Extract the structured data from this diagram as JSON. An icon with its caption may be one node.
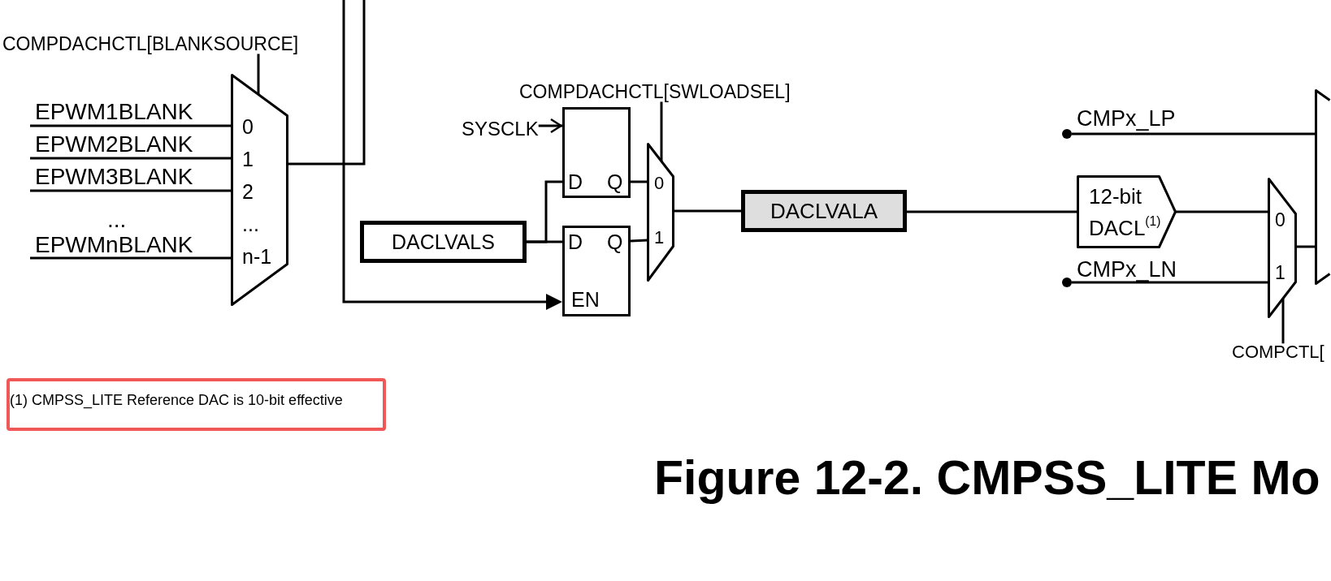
{
  "diagram": {
    "caption": "Figure 12-2. CMPSS_LITE Mo",
    "nodes": [
      {
        "text": [
          "COMPDACHCTL[BLANKSOURCE]"
        ]
      },
      {
        "text": [
          "0",
          "1",
          "2",
          "...",
          "n-1"
        ]
      },
      {
        "text": [
          "SYSCLK"
        ]
      },
      {
        "text": [
          "COMPDACHCTL[SWLOADSEL]"
        ]
      },
      {
        "text": [
          "D",
          "Q"
        ]
      },
      {
        "text": [
          "DACLVALS"
        ]
      },
      {
        "text": [
          "D",
          "Q",
          "EN"
        ]
      },
      {
        "text": [
          "0",
          "1"
        ]
      },
      {
        "text": [
          "DACLVALA"
        ]
      },
      {
        "text": [],
        "shape": "circle"
      },
      {
        "text": [],
        "shape": "circle"
      },
      {
        "text": [
          "12-bit DACL$^{(1)}$"
        ]
      },
      {
        "text": [
          "0",
          "1"
        ]
      },
      {
        "text": [
          "COMPCTL["
        ]
      },
      {
        "text": [],
        "shape": "trapezoid"
      },
      {
        "text": [
          "(1) CMPSS_LITE Reference DAC is 10-bit effective"
        ]
      }
    ],
    "edges": [
      {
        "from": null,
        "to": 1,
        "arrow": "none",
        "label": "EPWM1BLANK"
      },
      {
        "from": null,
        "to": 1,
        "arrow": "none",
        "label": "EPWM2BLANK"
      },
      {
        "from": null,
        "to": 1,
        "arrow": "none",
        "label": "EPWM3BLANK"
      },
      {
        "from": null,
        "to": 1,
        "arrow": "none",
        "label": "EPWMnBLANK"
      },
      {
        "from": 0,
        "to": 1,
        "arrow": "none"
      },
      {
        "from": 1,
        "to": null,
        "arrow": "none"
      },
      {
        "from": null,
        "to": 6,
        "arrow": "to"
      },
      {
        "from": 2,
        "to": 4,
        "arrow": "to"
      },
      {
        "from": 5,
        "to": 4,
        "arrow": "none"
      },
      {
        "from": 5,
        "to": 6,
        "arrow": "none"
      },
      {
        "from": 4,
        "to": 7,
        "arrow": "none"
      },
      {
        "from": 6,
        "to": 7,
        "arrow": "none"
      },
      {
        "from": 3,
        "to": 7,
        "arrow": "none"
      },
      {
        "from": 7,
        "to": 8,
        "arrow": "none"
      },
      {
        "from": 8,
        "to": 11,
        "arrow": "none"
      },
      {
        "from": 11,
        "to": 12,
        "arrow": "none"
      },
      {
        "from": 10,
        "to": 12,
        "arrow": "none",
        "label": "CMPx_LN"
      },
      {
        "from": 13,
        "to": 12,
        "arrow": "none"
      },
      {
        "from": 9,
        "to": 14,
        "arrow": "none",
        "label": "CMPx_LP"
      },
      {
        "from": 12,
        "to": 14,
        "arrow": "none"
      }
    ],
    "labels": [
      "..."
    ]
  }
}
